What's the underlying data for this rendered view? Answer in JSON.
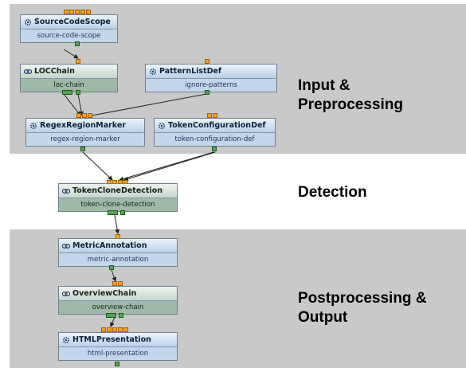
{
  "sections": {
    "input": [
      "Input &",
      "Preprocessing"
    ],
    "detection": [
      "Detection"
    ],
    "post": [
      "Postprocessing &",
      "Output"
    ]
  },
  "nodes": {
    "source_code_scope": {
      "title": "SourceCodeScope",
      "sub": "source-code-scope",
      "icon": "gear-icon"
    },
    "loc_chain": {
      "title": "LOCChain",
      "sub": "loc-chain",
      "icon": "chain-icon"
    },
    "pattern_list_def": {
      "title": "PatternListDef",
      "sub": "ignore-patterns",
      "icon": "gear-icon"
    },
    "regex_region_marker": {
      "title": "RegexRegionMarker",
      "sub": "regex-region-marker",
      "icon": "gear-icon"
    },
    "token_configuration_def": {
      "title": "TokenConfigurationDef",
      "sub": "token-configuration-def",
      "icon": "gear-icon"
    },
    "token_clone_detection": {
      "title": "TokenCloneDetection",
      "sub": "token-clone-detection",
      "icon": "chain-icon"
    },
    "metric_annotation": {
      "title": "MetricAnnotation",
      "sub": "metric-annotation",
      "icon": "chain-icon"
    },
    "overview_chain": {
      "title": "OverviewChain",
      "sub": "overview-chain",
      "icon": "chain-icon"
    },
    "html_presentation": {
      "title": "HTMLPresentation",
      "sub": "html-presentation",
      "icon": "gear-icon"
    }
  },
  "colors": {
    "band": "#c9c9c9",
    "input_port": "#f5a21b",
    "output_port": "#53a453",
    "edge": "#222222"
  }
}
